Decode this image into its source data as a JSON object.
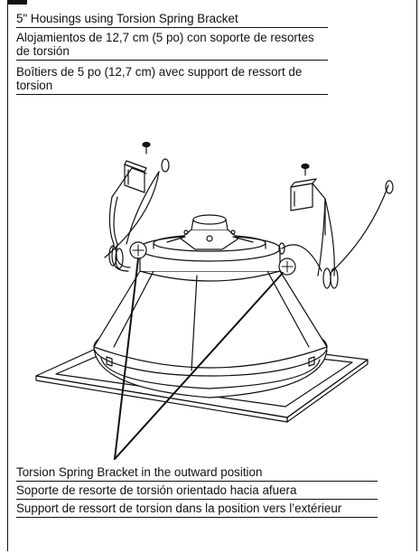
{
  "header": {
    "en": "5\" Housings using Torsion Spring Bracket",
    "es": "Alojamientos de 12,7 cm (5 po) con soporte de resortes de torsión",
    "fr": "Boîtiers de 5 po (12,7 cm) avec support de ressort de torsion"
  },
  "callout": {
    "en": "Torsion Spring Bracket in the outward position",
    "es": "Soporte de resorte de torsión orientado hacia afuera",
    "fr": "Support de ressort de torsion dans la position vers l’extérieur"
  },
  "colors": {
    "ink": "#111111",
    "paper": "#ffffff"
  }
}
